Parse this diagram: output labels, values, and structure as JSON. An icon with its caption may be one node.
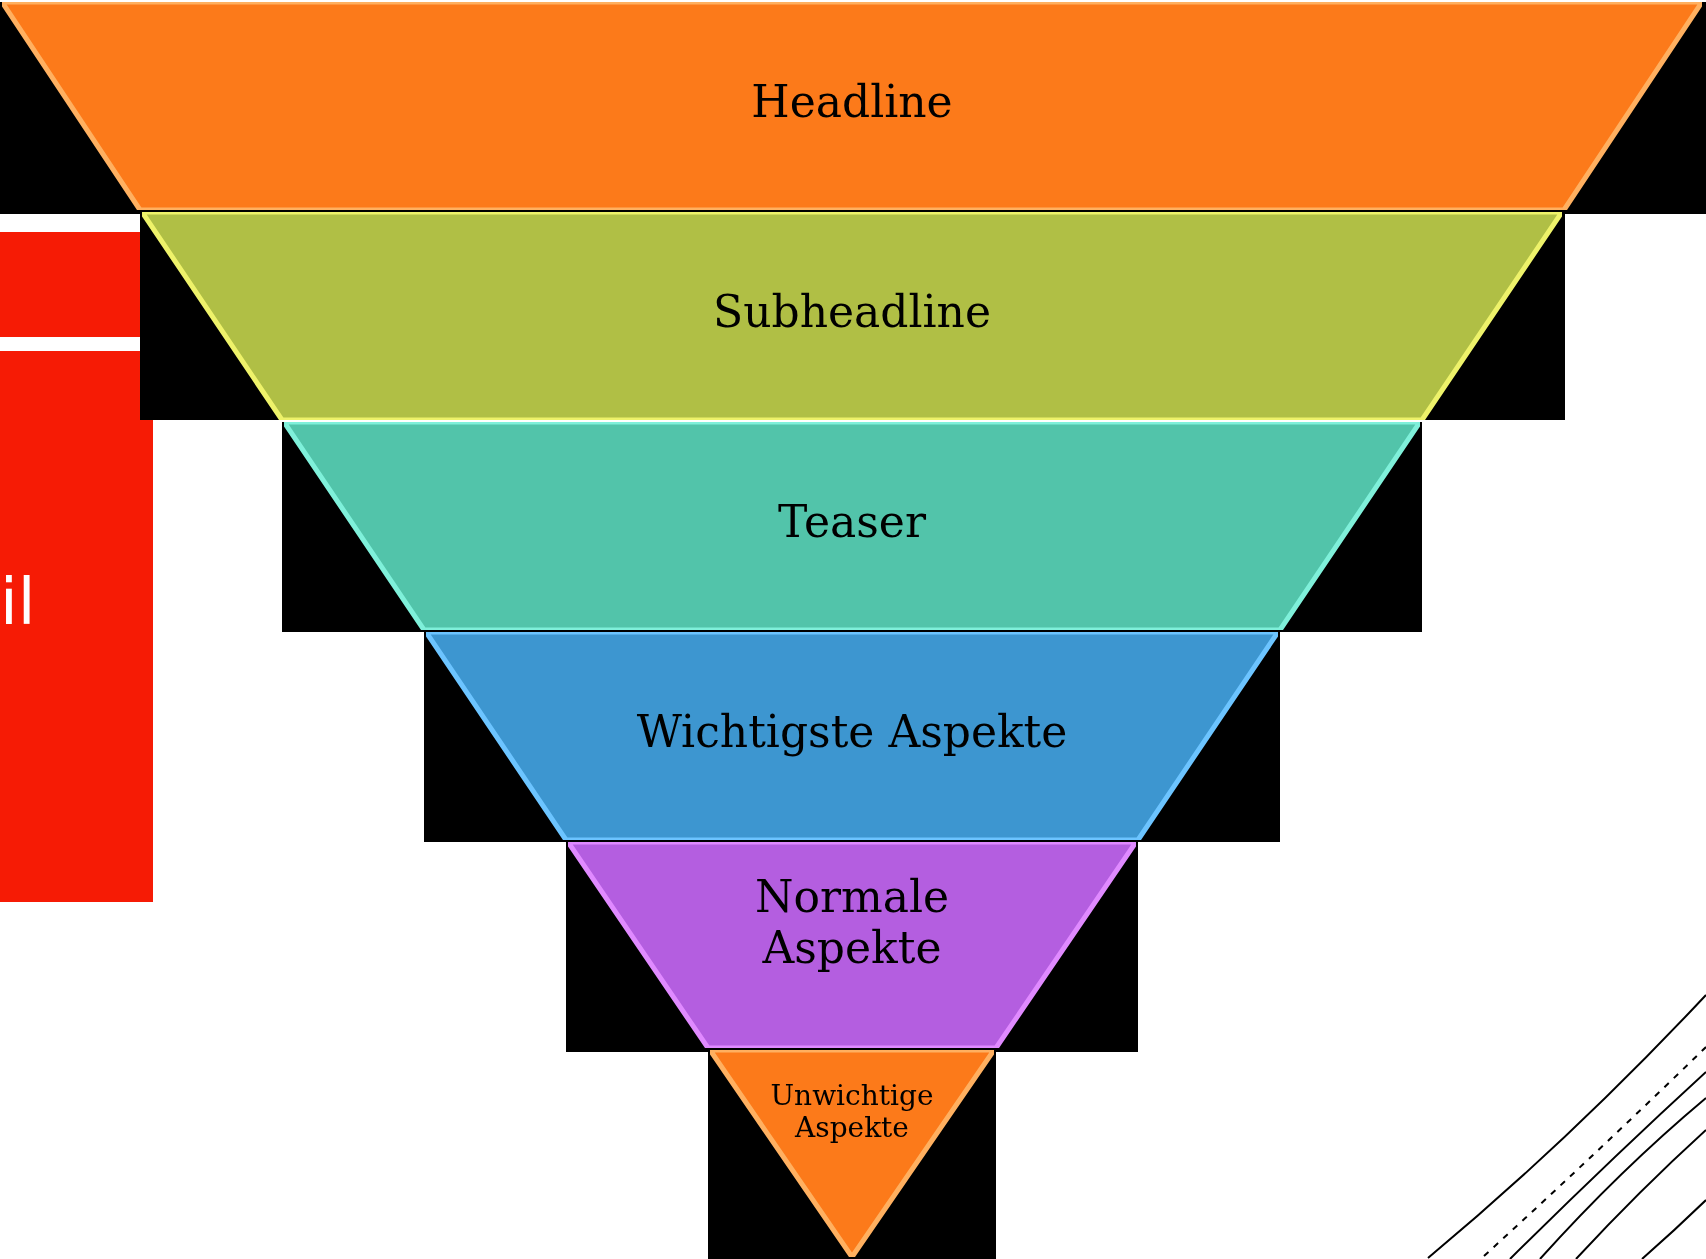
{
  "diagram": {
    "nodes": [
      {
        "text": [
          "Headline"
        ]
      },
      {
        "text": [
          "Subheadline"
        ]
      },
      {
        "text": [
          "Teaser"
        ]
      },
      {
        "text": [
          "Wichtigste Aspekte"
        ]
      },
      {
        "text": [
          "Normale Aspekte"
        ]
      },
      {
        "text": [
          "Unwichtige Aspekte"
        ]
      }
    ],
    "labels": [
      "il"
    ]
  }
}
